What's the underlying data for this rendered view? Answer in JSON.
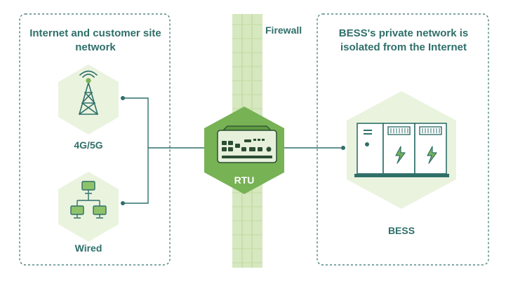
{
  "panels": {
    "left_title": "Internet and customer site network",
    "right_title": "BESS's private network is isolated from the Internet"
  },
  "labels": {
    "firewall": "Firewall",
    "cell": "4G/5G",
    "wired": "Wired",
    "rtu": "RTU",
    "bess": "BESS"
  },
  "colors": {
    "teal": "#2f6f6a",
    "green": "#77b255",
    "hex_light": "#eaf3de",
    "firewall": "#cfe3b4"
  }
}
